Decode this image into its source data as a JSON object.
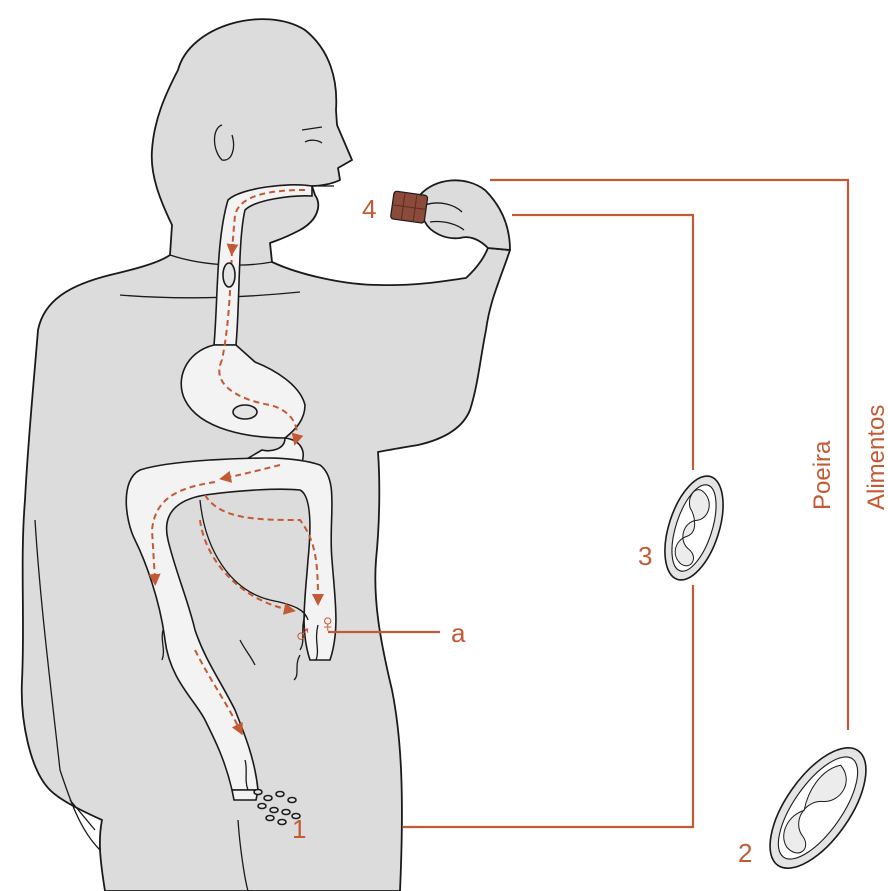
{
  "labels": {
    "step1": "1",
    "step2": "2",
    "step3": "3",
    "step4": "4",
    "part_a": "a",
    "route_dust": "Poeira",
    "route_food": "Alimentos"
  },
  "symbols": {
    "female": "♀",
    "male": "♂"
  },
  "colors": {
    "accent": "#c45a35",
    "body": "#dcdcdc",
    "outline": "#1a1a1a",
    "chocolate": "#8b4a3a"
  }
}
